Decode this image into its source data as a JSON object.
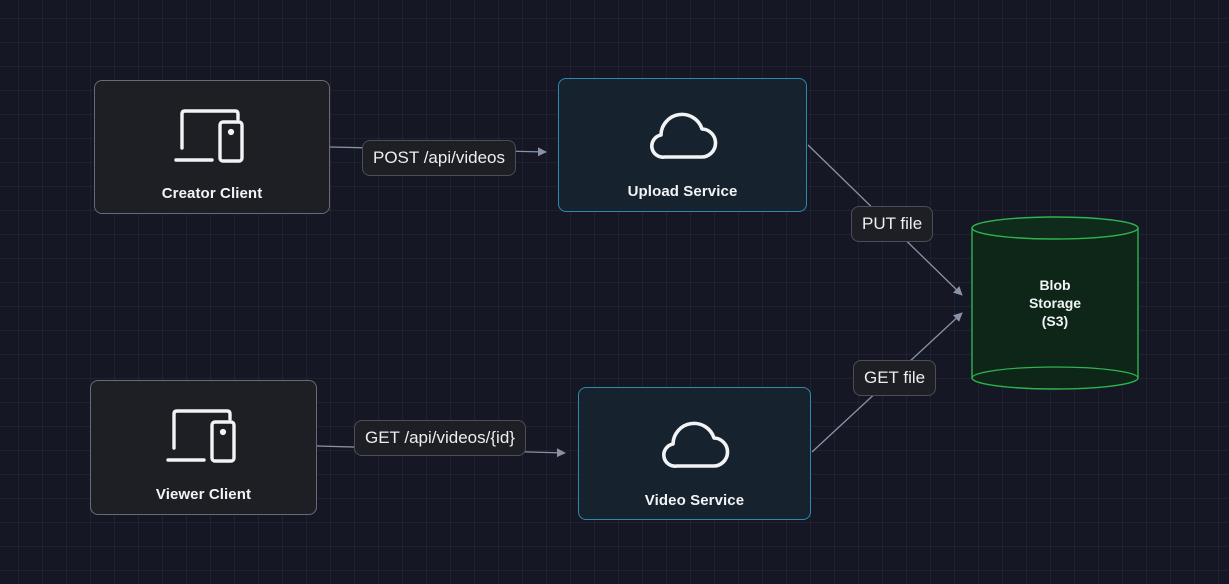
{
  "nodes": {
    "creator_client": {
      "label": "Creator Client",
      "icon": "devices-icon"
    },
    "viewer_client": {
      "label": "Viewer Client",
      "icon": "devices-icon"
    },
    "upload_service": {
      "label": "Upload Service",
      "icon": "cloud-icon"
    },
    "video_service": {
      "label": "Video Service",
      "icon": "cloud-icon"
    },
    "blob_storage": {
      "label_lines": [
        "Blob",
        "Storage",
        "(S3)"
      ],
      "icon": "database-cylinder"
    }
  },
  "edges": {
    "creator_to_upload": "POST /api/videos",
    "viewer_to_video": "GET /api/videos/{id}",
    "upload_to_storage": "PUT file",
    "video_to_storage": "GET file"
  },
  "colors": {
    "background": "#151824",
    "client_border": "#676b75",
    "service_border": "#2c8aae",
    "storage_fill": "#0d2618",
    "storage_border": "#2fb34f",
    "edge": "#8a93a6"
  }
}
